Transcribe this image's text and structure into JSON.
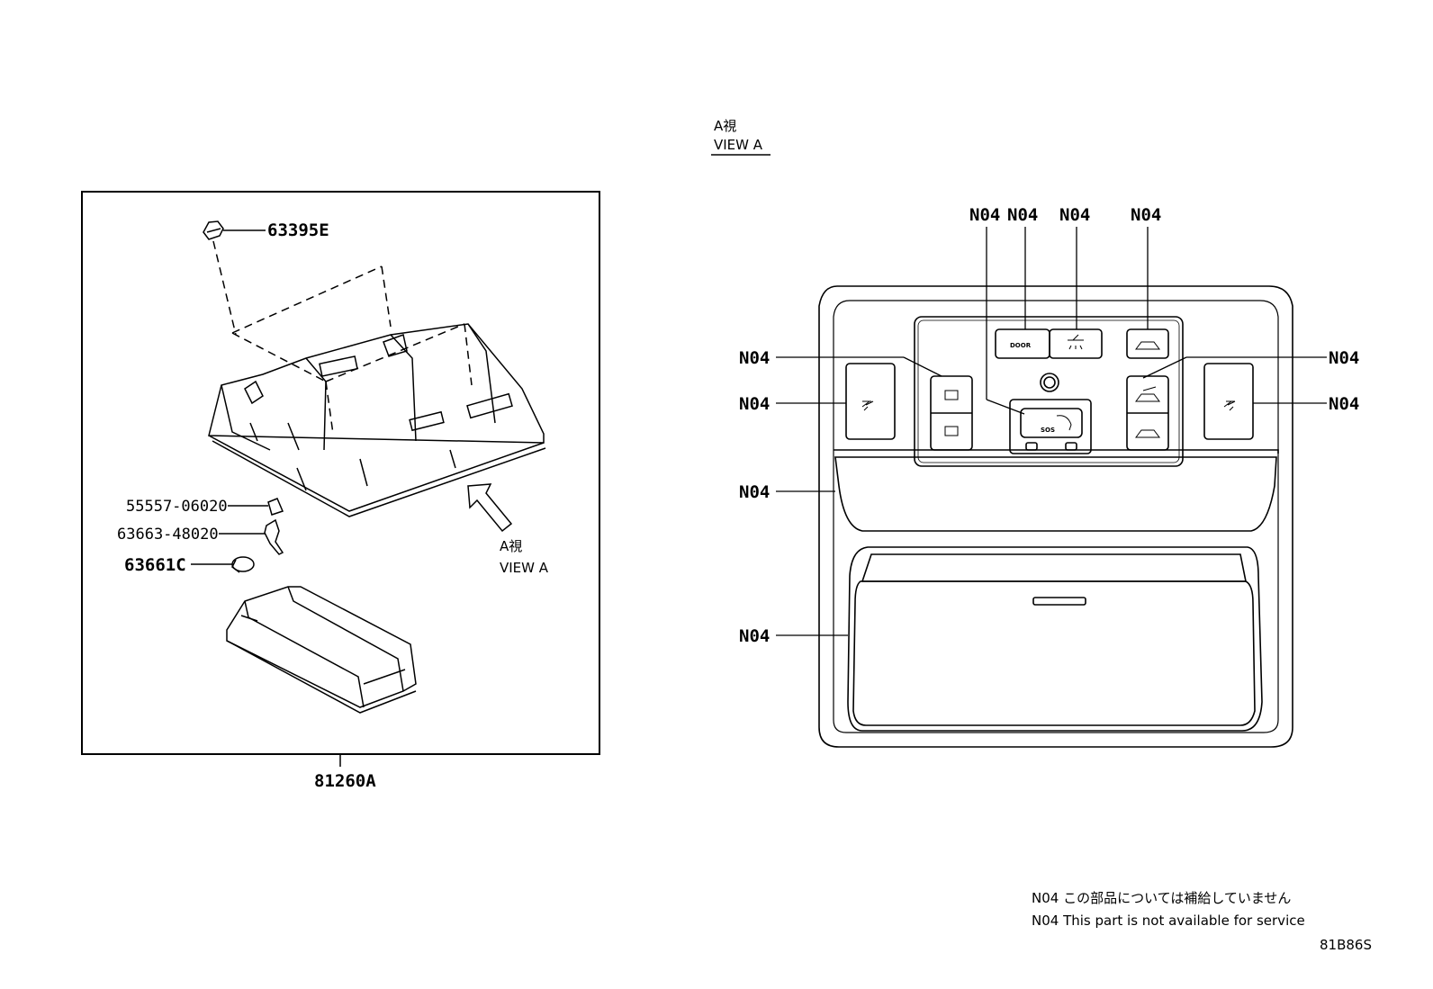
{
  "parts_left": {
    "p1": "63395E",
    "p2": "55557-06020",
    "p3": "63663-48020",
    "p4": "63661C",
    "assembly": "81260A",
    "view_ja": "A視",
    "view_en": "VIEW A"
  },
  "view_a": {
    "title_ja": "A視",
    "title_en": "VIEW A",
    "callouts": [
      "N04",
      "N04",
      "N04",
      "N04",
      "N04",
      "N04",
      "N04",
      "N04",
      "N04",
      "N04"
    ],
    "door_label": "DOOR",
    "sos_label": "SOS"
  },
  "notes": {
    "ja": "N04 この部品については補給していません",
    "en": "N04 This part is not available for service"
  },
  "figure_code": "81B86S"
}
